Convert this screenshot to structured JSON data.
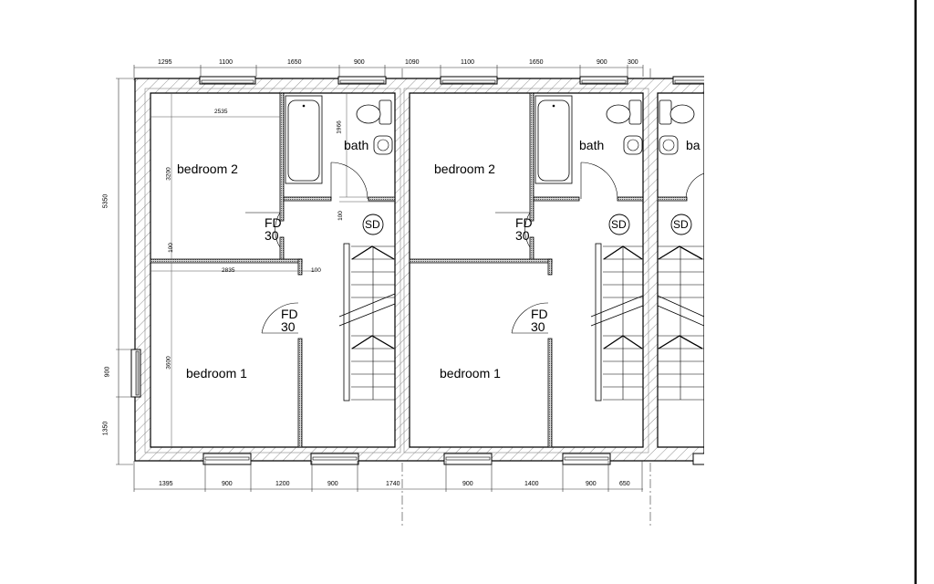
{
  "drawing": {
    "type": "architectural floor plan",
    "units": "mm",
    "units_shown": 3
  },
  "dimensions": {
    "top": [
      "1295",
      "1100",
      "1650",
      "900",
      "1090",
      "1100",
      "1650",
      "900",
      "300"
    ],
    "bottom": [
      "1395",
      "900",
      "1200",
      "900",
      "1740",
      "900",
      "1400",
      "900",
      "650"
    ],
    "left": [
      "5350",
      "900",
      "1350"
    ],
    "interior": {
      "bedroom2_width": "2535",
      "bedroom2_depth": "3200",
      "bedroom2_partition": "100",
      "bedroom1_width": "2835",
      "bedroom1_partition": "100",
      "bedroom1_depth": "3600",
      "bath_depth": "1966",
      "bath_wall": "100"
    }
  },
  "units": [
    {
      "rooms": {
        "bedroom2": "bedroom 2",
        "bedroom1": "bedroom 1",
        "bath": "bath"
      },
      "doors": {
        "bedroom2_door_line1": "FD",
        "bedroom2_door_line2": "30",
        "bedroom1_door_line1": "FD",
        "bedroom1_door_line2": "30"
      },
      "smoke_detector": "SD"
    },
    {
      "rooms": {
        "bedroom2": "bedroom 2",
        "bedroom1": "bedroom 1",
        "bath": "bath"
      },
      "doors": {
        "bedroom2_door_line1": "FD",
        "bedroom2_door_line2": "30",
        "bedroom1_door_line1": "FD",
        "bedroom1_door_line2": "30"
      },
      "smoke_detector": "SD"
    },
    {
      "rooms": {
        "bath": "ba"
      },
      "smoke_detector": "SD"
    }
  ]
}
